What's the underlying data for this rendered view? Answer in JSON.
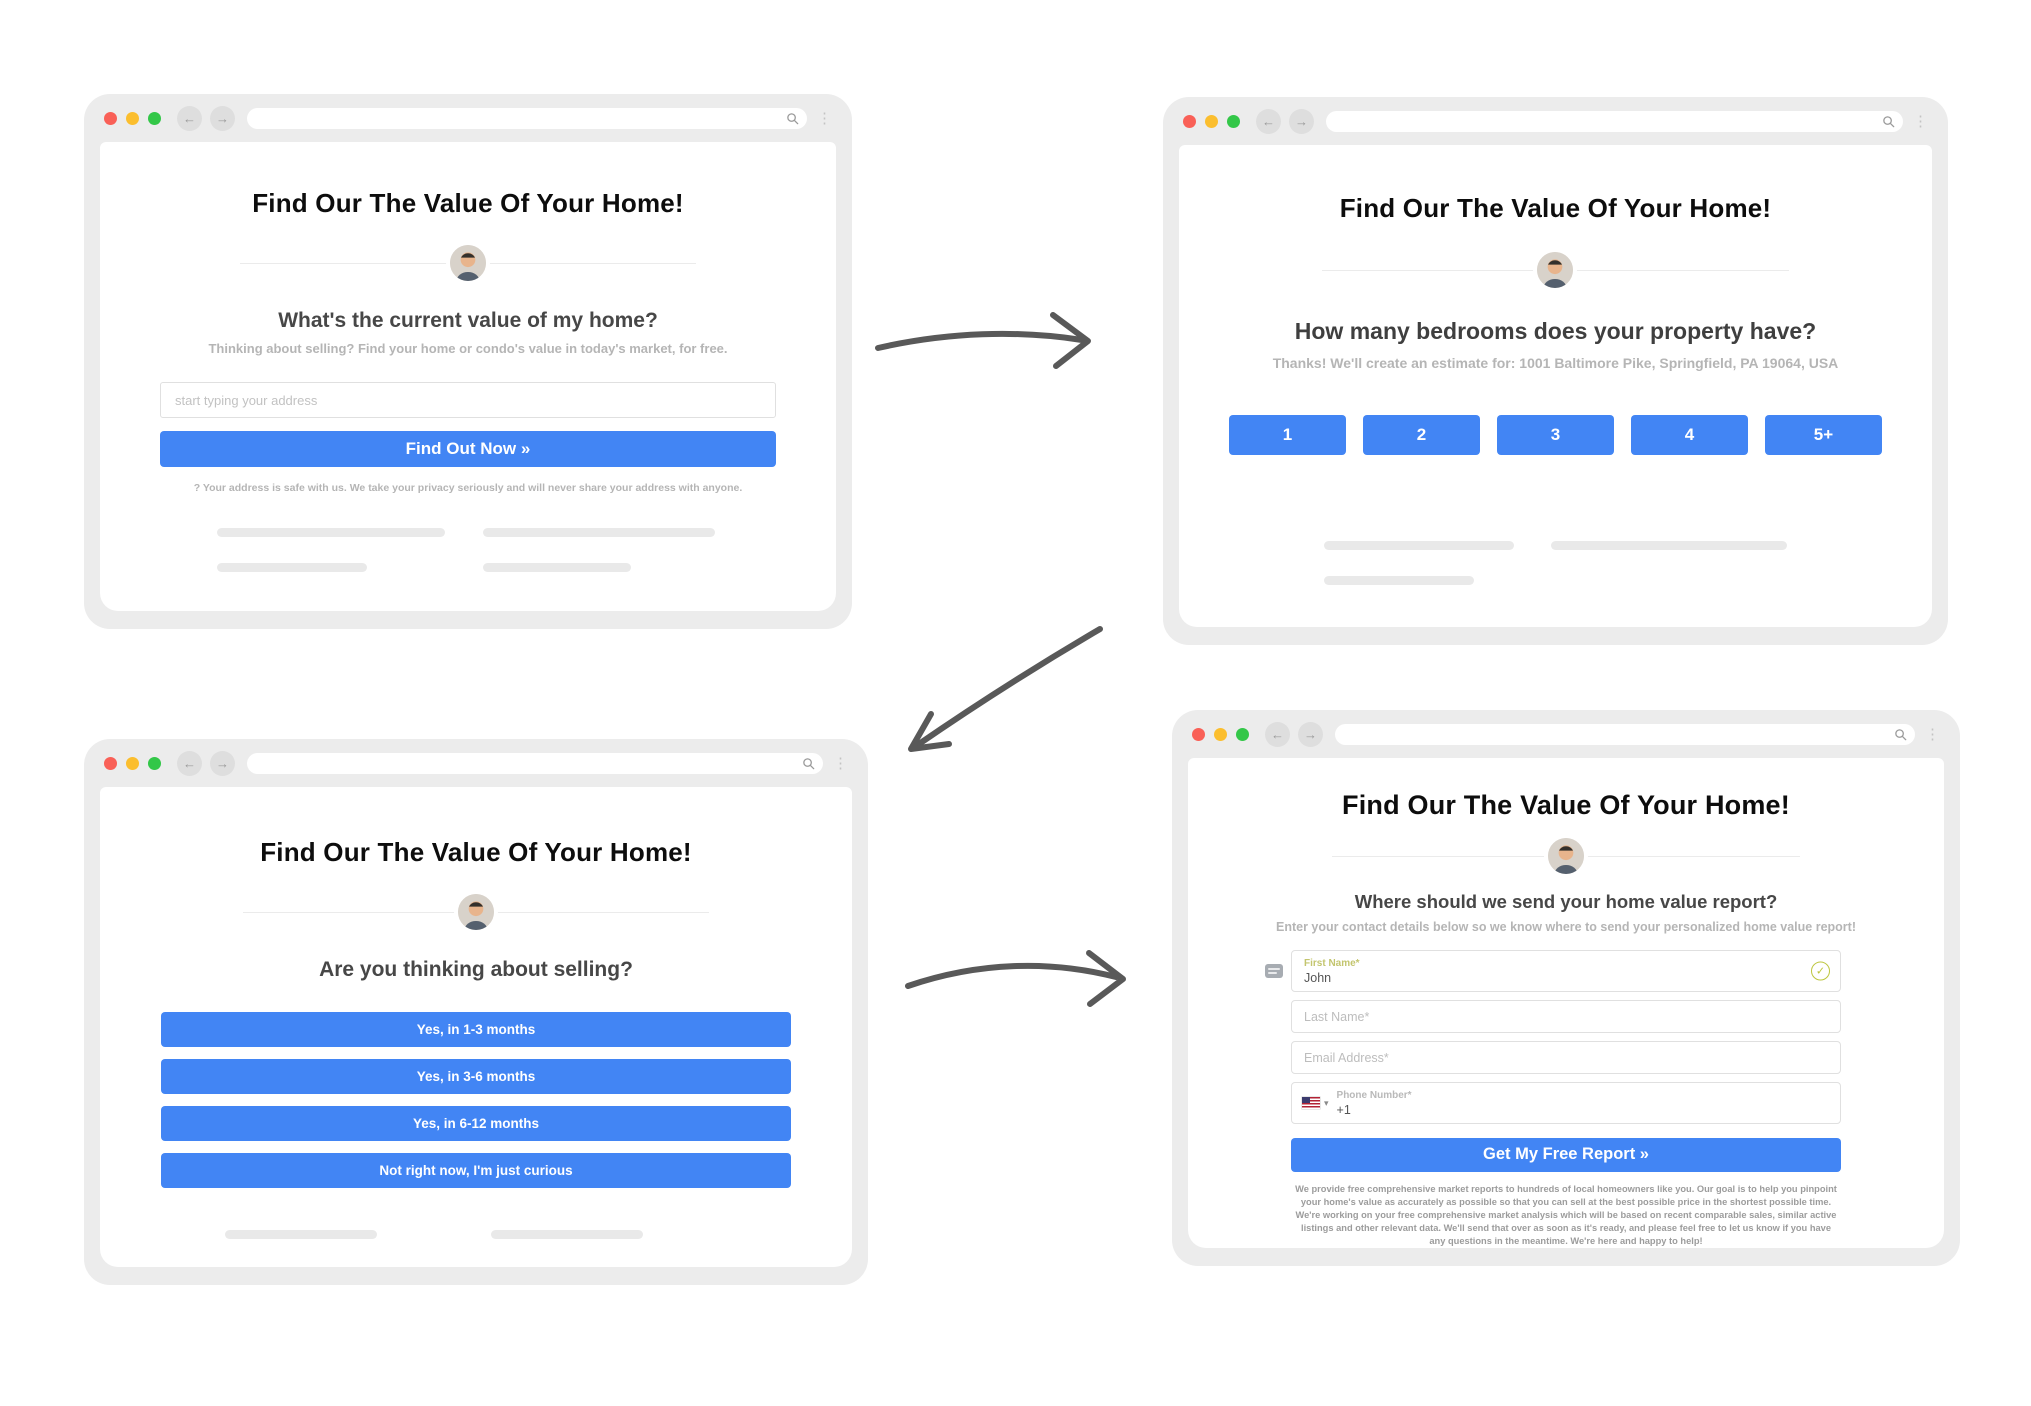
{
  "icons": {
    "back": "←",
    "forward": "→",
    "menu": "⋮",
    "check": "✓",
    "caret": "▾"
  },
  "colors": {
    "accent_blue": "#4285f4",
    "frame_gray": "#ececec",
    "traffic_red": "#f96057",
    "traffic_yellow": "#fbbe2e",
    "traffic_green": "#33c748",
    "skeleton_gray": "#e9e9e9",
    "arrow_gray": "#595959"
  },
  "step1": {
    "title": "Find Our The Value Of Your Home!",
    "question": "What's the current value of my home?",
    "subtext": "Thinking about selling? Find your home or condo's value in today's market, for free.",
    "address_placeholder": "start typing your address",
    "cta": "Find Out Now »",
    "privacy_note": "? Your address is safe with us. We take your privacy seriously and will never share your address with anyone."
  },
  "step2": {
    "title": "Find Our The Value Of Your Home!",
    "question": "How many bedrooms does your property have?",
    "subtext": "Thanks! We'll create an estimate for: 1001 Baltimore Pike, Springfield, PA 19064, USA",
    "options": [
      "1",
      "2",
      "3",
      "4",
      "5+"
    ]
  },
  "step3": {
    "title": "Find Our The Value Of Your Home!",
    "question": "Are you thinking about selling?",
    "options": [
      "Yes, in 1-3 months",
      "Yes, in 3-6 months",
      "Yes, in 6-12 months",
      "Not right now, I'm just curious"
    ]
  },
  "step4": {
    "title": "Find Our The Value Of Your Home!",
    "question": "Where should we send your home value report?",
    "subtext": "Enter your contact details below so we know where to send your personalized home value report!",
    "form": {
      "first_name_label": "First Name*",
      "first_name_value": "John",
      "last_name_placeholder": "Last Name*",
      "email_placeholder": "Email Address*",
      "phone_label": "Phone Number*",
      "phone_value": "+1"
    },
    "cta": "Get My Free Report »",
    "disclaimer": "We provide free comprehensive market reports to hundreds of local homeowners like you. Our goal is to help you pinpoint your home's value as accurately as possible so that you can sell at the best possible price in the shortest possible time. We're working on your free comprehensive market analysis which will be based on recent comparable sales, similar active listings and other relevant data. We'll send that over as soon as it's ready, and please feel free to let us know if you have any questions in the meantime. We're here and happy to help!"
  }
}
